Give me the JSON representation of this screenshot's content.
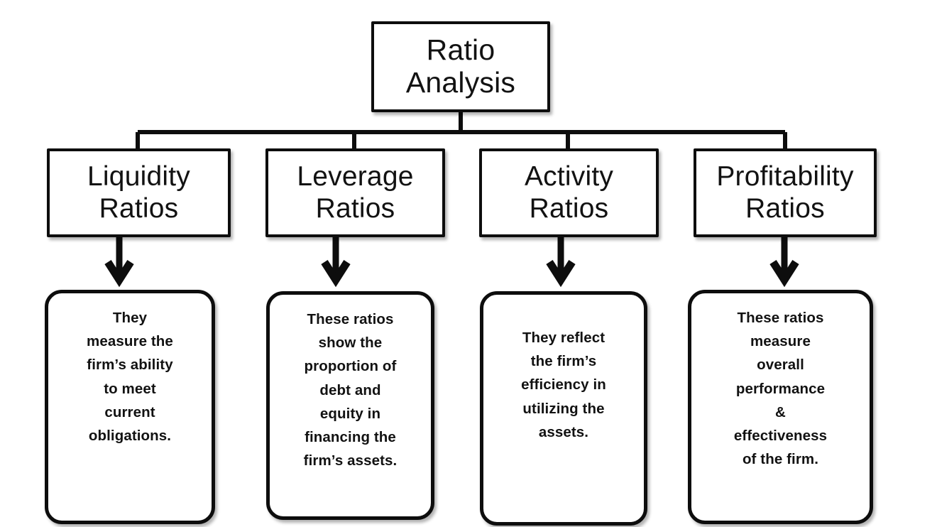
{
  "diagram": {
    "title": "Ratio Analysis",
    "root": {
      "label": "Ratio\nAnalysis"
    },
    "categories": [
      {
        "label": "Liquidity\nRatios"
      },
      {
        "label": "Leverage\nRatios"
      },
      {
        "label": "Activity\nRatios"
      },
      {
        "label": "Profitability\nRatios"
      }
    ],
    "descriptions": [
      {
        "text": "They\nmeasure the\nfirm’s ability\nto meet\ncurrent\nobligations."
      },
      {
        "text": "These ratios\nshow the\nproportion of\ndebt and\nequity in\nfinancing the\nfirm’s assets."
      },
      {
        "text": "They reflect\nthe firm’s\nefficiency in\nutilizing the\nassets."
      },
      {
        "text": "These ratios\nmeasure\noverall\nperformance\n&\neffectiveness\nof the firm."
      }
    ],
    "colors": {
      "stroke": "#0d0d0d",
      "fill": "#ffffff",
      "text": "#121212"
    },
    "connectors": {
      "arrow_icon": "down-arrow-icon",
      "bracket_icon": "tree-bracket-icon"
    }
  }
}
